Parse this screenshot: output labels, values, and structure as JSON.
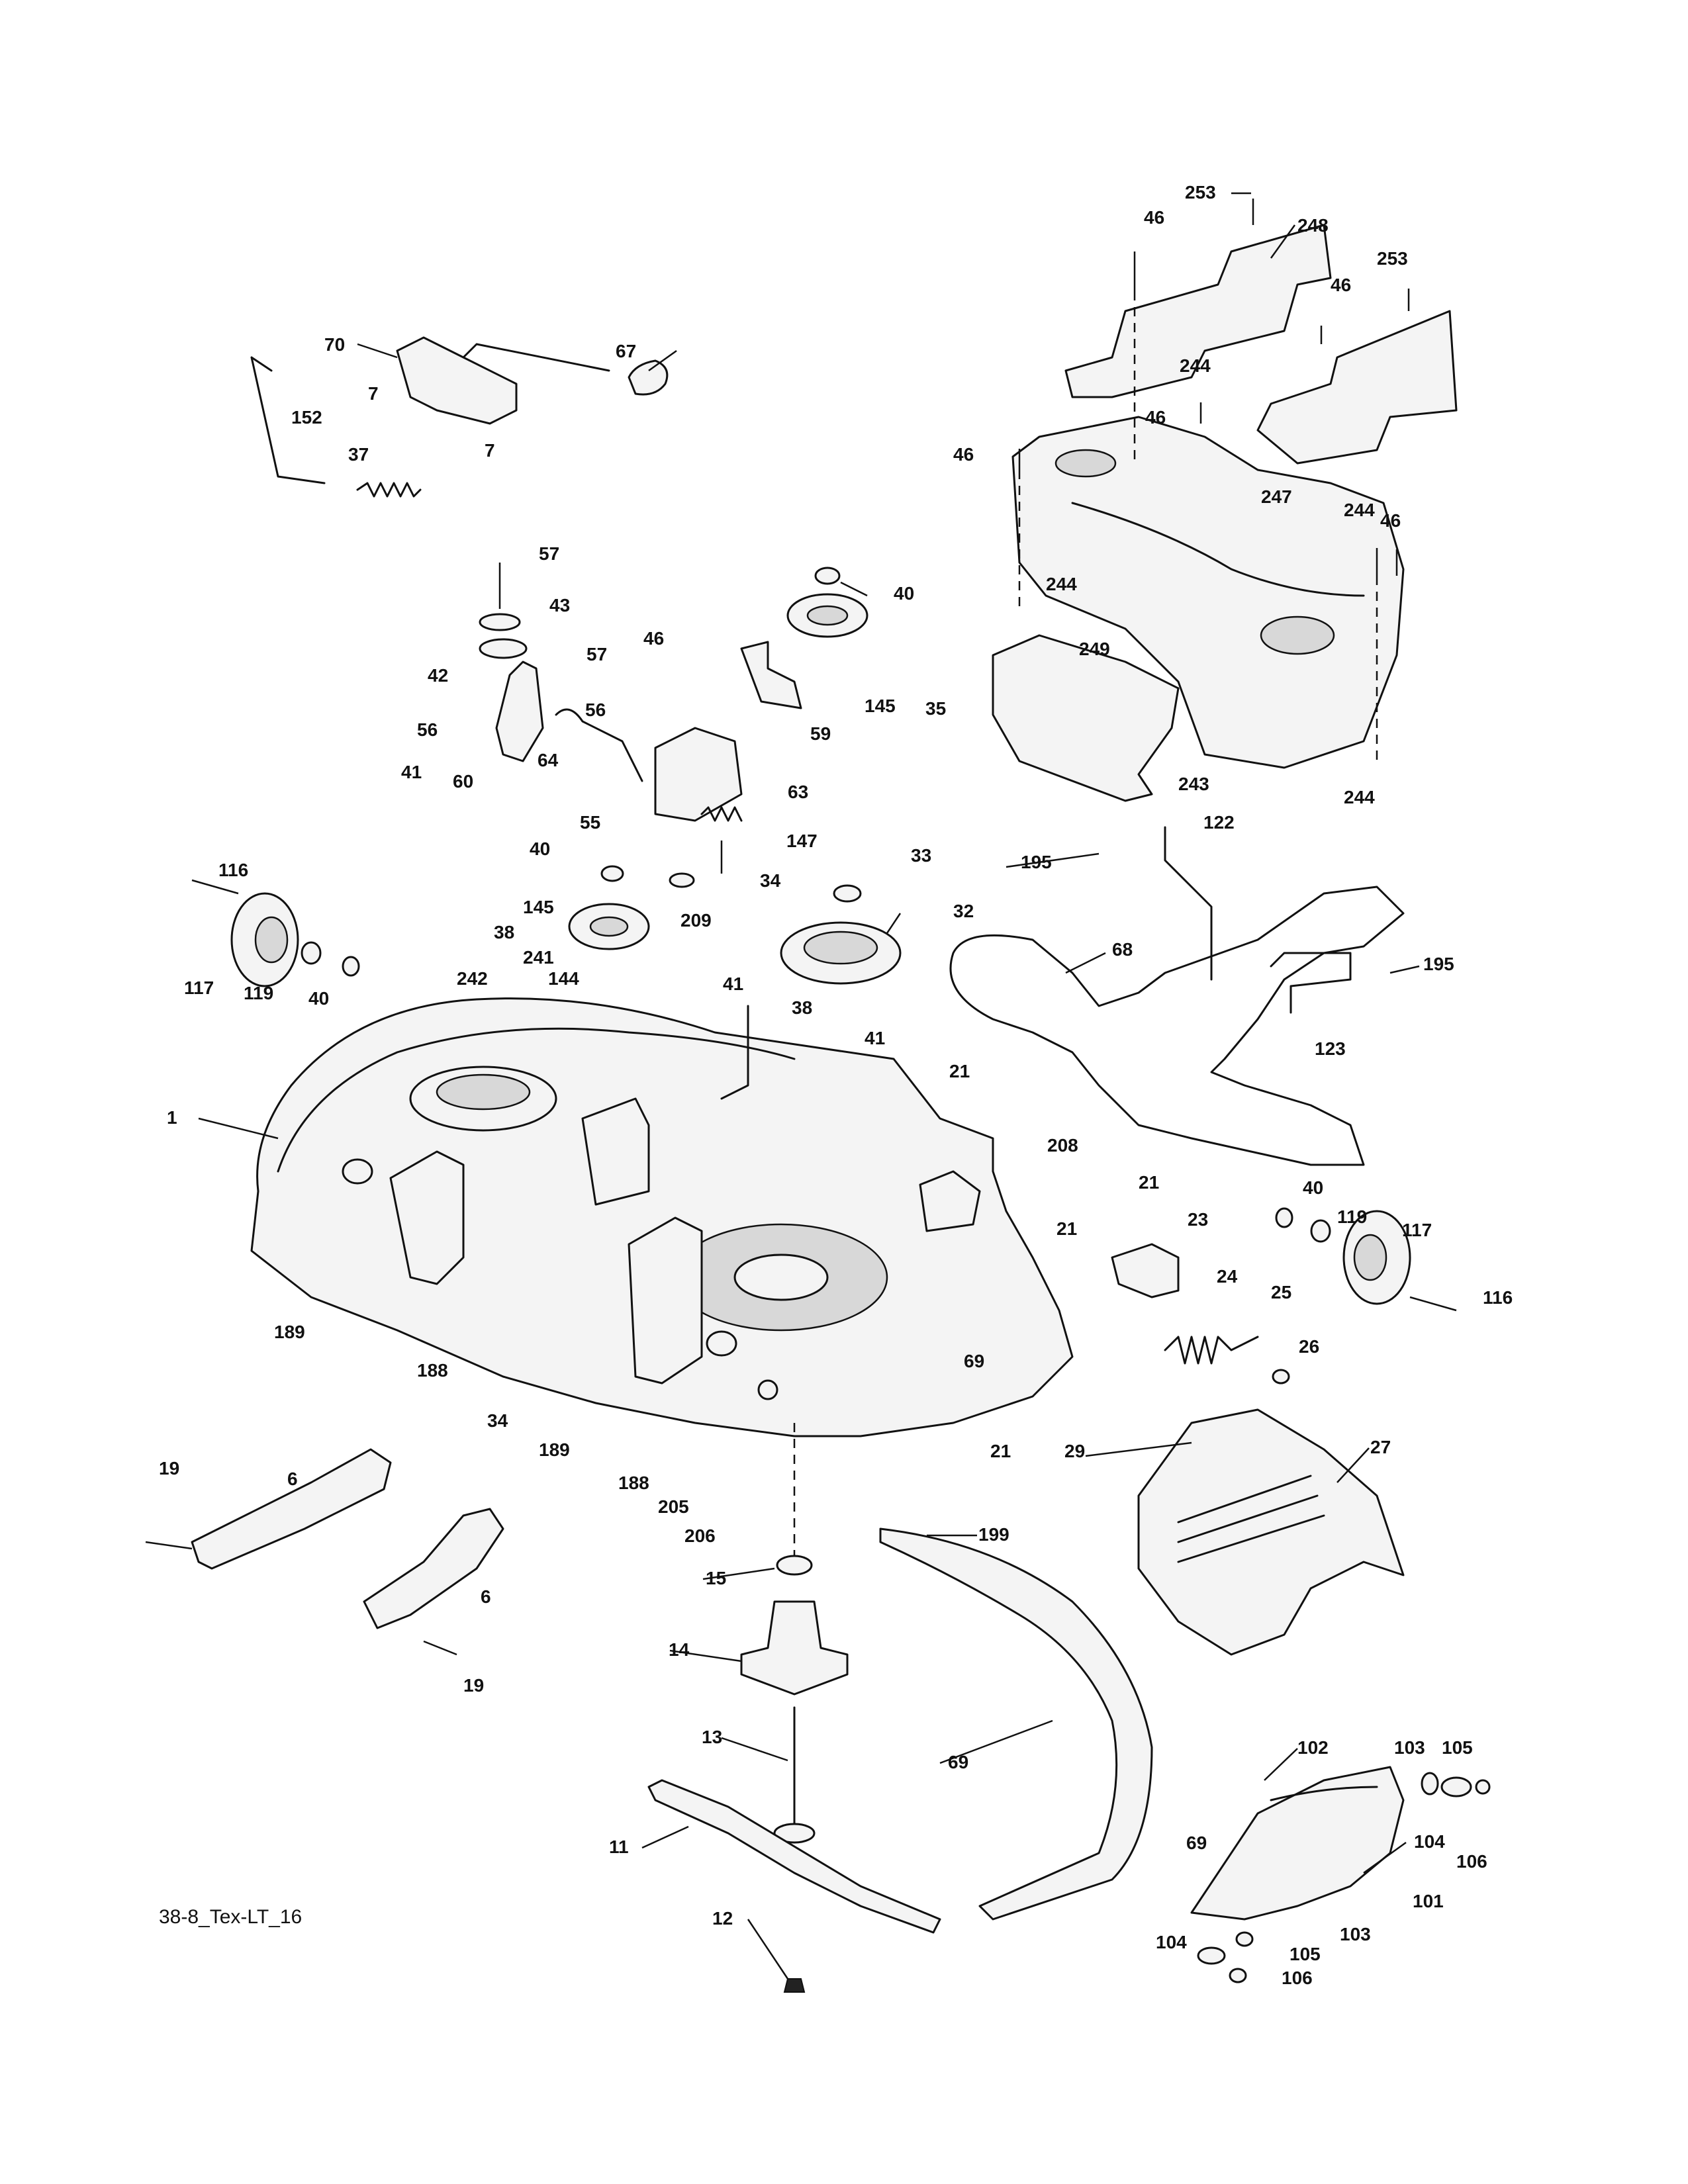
{
  "diagram": {
    "footer_label": "38-8_Tex-LT_16",
    "callouts": [
      {
        "n": "253"
      },
      {
        "n": "248"
      },
      {
        "n": "46"
      },
      {
        "n": "253"
      },
      {
        "n": "46"
      },
      {
        "n": "244"
      },
      {
        "n": "46"
      },
      {
        "n": "46"
      },
      {
        "n": "247"
      },
      {
        "n": "244"
      },
      {
        "n": "46"
      },
      {
        "n": "244"
      },
      {
        "n": "249"
      },
      {
        "n": "35"
      },
      {
        "n": "243"
      },
      {
        "n": "244"
      },
      {
        "n": "70"
      },
      {
        "n": "67"
      },
      {
        "n": "7"
      },
      {
        "n": "152"
      },
      {
        "n": "37"
      },
      {
        "n": "7"
      },
      {
        "n": "57"
      },
      {
        "n": "43"
      },
      {
        "n": "42"
      },
      {
        "n": "56"
      },
      {
        "n": "60"
      },
      {
        "n": "40"
      },
      {
        "n": "145"
      },
      {
        "n": "46"
      },
      {
        "n": "57"
      },
      {
        "n": "56"
      },
      {
        "n": "64"
      },
      {
        "n": "59"
      },
      {
        "n": "63"
      },
      {
        "n": "55"
      },
      {
        "n": "147"
      },
      {
        "n": "34"
      },
      {
        "n": "209"
      },
      {
        "n": "41"
      },
      {
        "n": "38"
      },
      {
        "n": "116"
      },
      {
        "n": "117"
      },
      {
        "n": "119"
      },
      {
        "n": "40"
      },
      {
        "n": "40"
      },
      {
        "n": "145"
      },
      {
        "n": "33"
      },
      {
        "n": "32"
      },
      {
        "n": "195"
      },
      {
        "n": "122"
      },
      {
        "n": "68"
      },
      {
        "n": "195"
      },
      {
        "n": "123"
      },
      {
        "n": "241"
      },
      {
        "n": "242"
      },
      {
        "n": "144"
      },
      {
        "n": "41"
      },
      {
        "n": "38"
      },
      {
        "n": "41"
      },
      {
        "n": "1"
      },
      {
        "n": "21"
      },
      {
        "n": "208"
      },
      {
        "n": "21"
      },
      {
        "n": "21"
      },
      {
        "n": "23"
      },
      {
        "n": "40"
      },
      {
        "n": "119"
      },
      {
        "n": "117"
      },
      {
        "n": "116"
      },
      {
        "n": "24"
      },
      {
        "n": "25"
      },
      {
        "n": "26"
      },
      {
        "n": "189"
      },
      {
        "n": "188"
      },
      {
        "n": "34"
      },
      {
        "n": "189"
      },
      {
        "n": "188"
      },
      {
        "n": "205"
      },
      {
        "n": "206"
      },
      {
        "n": "69"
      },
      {
        "n": "21"
      },
      {
        "n": "29"
      },
      {
        "n": "27"
      },
      {
        "n": "19"
      },
      {
        "n": "6"
      },
      {
        "n": "6"
      },
      {
        "n": "19"
      },
      {
        "n": "15"
      },
      {
        "n": "199"
      },
      {
        "n": "14"
      },
      {
        "n": "13"
      },
      {
        "n": "69"
      },
      {
        "n": "102"
      },
      {
        "n": "103"
      },
      {
        "n": "105"
      },
      {
        "n": "11"
      },
      {
        "n": "69"
      },
      {
        "n": "104"
      },
      {
        "n": "106"
      },
      {
        "n": "101"
      },
      {
        "n": "12"
      },
      {
        "n": "104"
      },
      {
        "n": "103"
      },
      {
        "n": "105"
      },
      {
        "n": "106"
      }
    ]
  }
}
